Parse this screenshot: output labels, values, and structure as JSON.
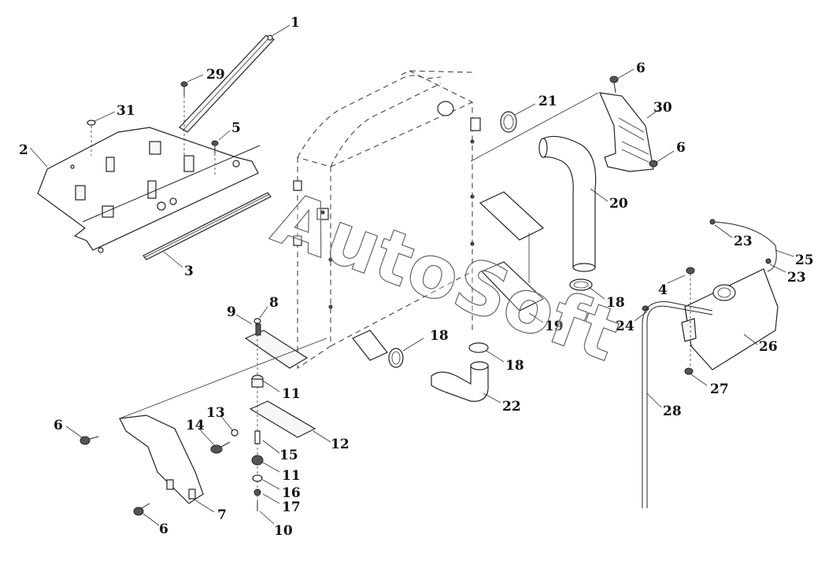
{
  "watermark": "AutoSoft",
  "callouts": [
    {
      "id": "c1",
      "label": "1"
    },
    {
      "id": "c2",
      "label": "2"
    },
    {
      "id": "c3",
      "label": "3"
    },
    {
      "id": "c4",
      "label": "4"
    },
    {
      "id": "c5",
      "label": "5"
    },
    {
      "id": "c6a",
      "label": "6"
    },
    {
      "id": "c6b",
      "label": "6"
    },
    {
      "id": "c6c",
      "label": "6"
    },
    {
      "id": "c6d",
      "label": "6"
    },
    {
      "id": "c7",
      "label": "7"
    },
    {
      "id": "c8",
      "label": "8"
    },
    {
      "id": "c9",
      "label": "9"
    },
    {
      "id": "c10",
      "label": "10"
    },
    {
      "id": "c11a",
      "label": "11"
    },
    {
      "id": "c11b",
      "label": "11"
    },
    {
      "id": "c12",
      "label": "12"
    },
    {
      "id": "c13",
      "label": "13"
    },
    {
      "id": "c14",
      "label": "14"
    },
    {
      "id": "c15",
      "label": "15"
    },
    {
      "id": "c16",
      "label": "16"
    },
    {
      "id": "c17",
      "label": "17"
    },
    {
      "id": "c18a",
      "label": "18"
    },
    {
      "id": "c18b",
      "label": "18"
    },
    {
      "id": "c18c",
      "label": "18"
    },
    {
      "id": "c19",
      "label": "19"
    },
    {
      "id": "c20",
      "label": "20"
    },
    {
      "id": "c21",
      "label": "21"
    },
    {
      "id": "c22",
      "label": "22"
    },
    {
      "id": "c23a",
      "label": "23"
    },
    {
      "id": "c23b",
      "label": "23"
    },
    {
      "id": "c24",
      "label": "24"
    },
    {
      "id": "c25",
      "label": "25"
    },
    {
      "id": "c26",
      "label": "26"
    },
    {
      "id": "c27",
      "label": "27"
    },
    {
      "id": "c28",
      "label": "28"
    },
    {
      "id": "c29",
      "label": "29"
    },
    {
      "id": "c30",
      "label": "30"
    },
    {
      "id": "c31",
      "label": "31"
    }
  ]
}
